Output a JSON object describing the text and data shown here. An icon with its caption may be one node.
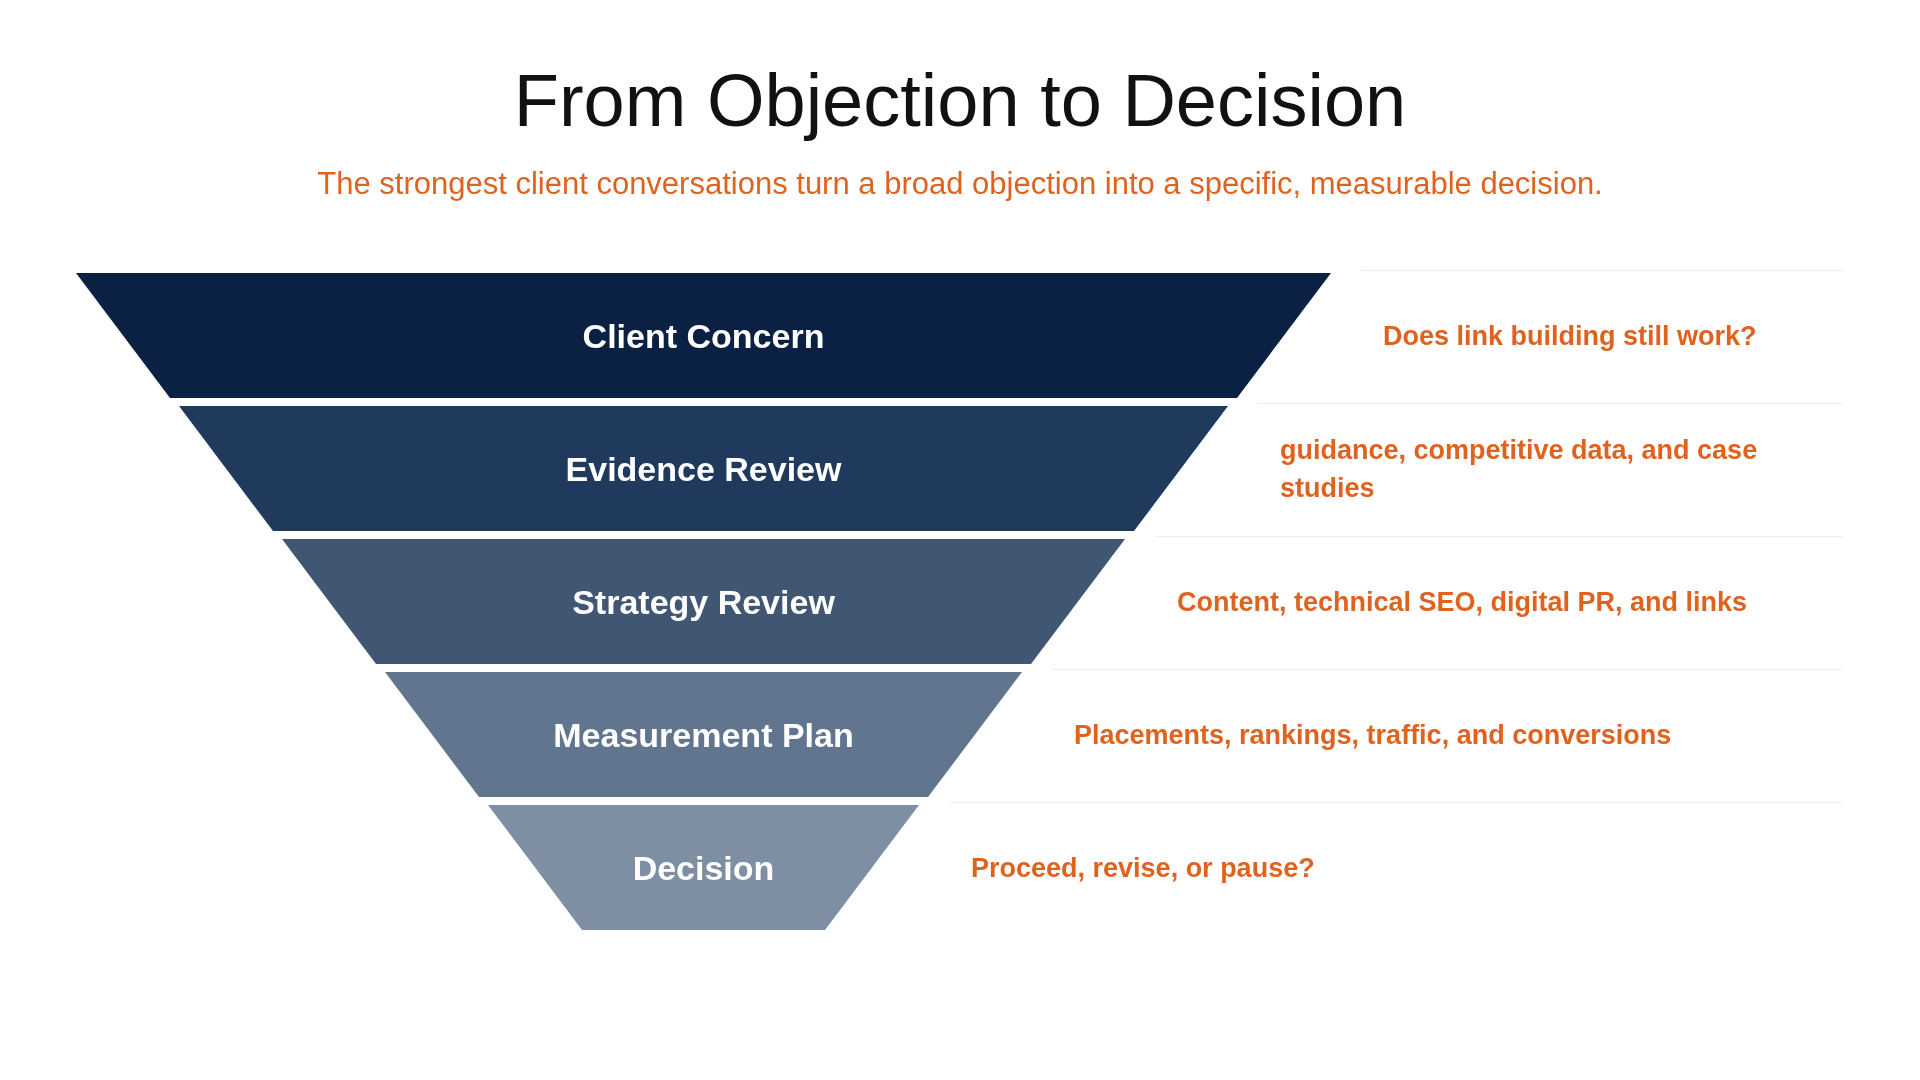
{
  "diagram": {
    "title": "From Objection to Decision",
    "caption": "The strongest client conversations turn a broad objection into a specific, measurable decision.",
    "nodes": [
      {
        "text": [
          "Client Concern"
        ],
        "beside": [
          "Does link building still work?"
        ]
      },
      {
        "text": [
          "Evidence Review"
        ],
        "beside": [
          "guidance, competitive data, and case studies"
        ]
      },
      {
        "text": [
          "Strategy Review"
        ],
        "beside": [
          "Content, technical SEO, digital PR, and links"
        ]
      },
      {
        "text": [
          "Measurement Plan"
        ],
        "beside": [
          "Placements, rankings, traffic, and conversions"
        ]
      },
      {
        "text": [
          "Decision"
        ],
        "beside": [
          "Proceed, revise, or pause?"
        ]
      }
    ]
  }
}
